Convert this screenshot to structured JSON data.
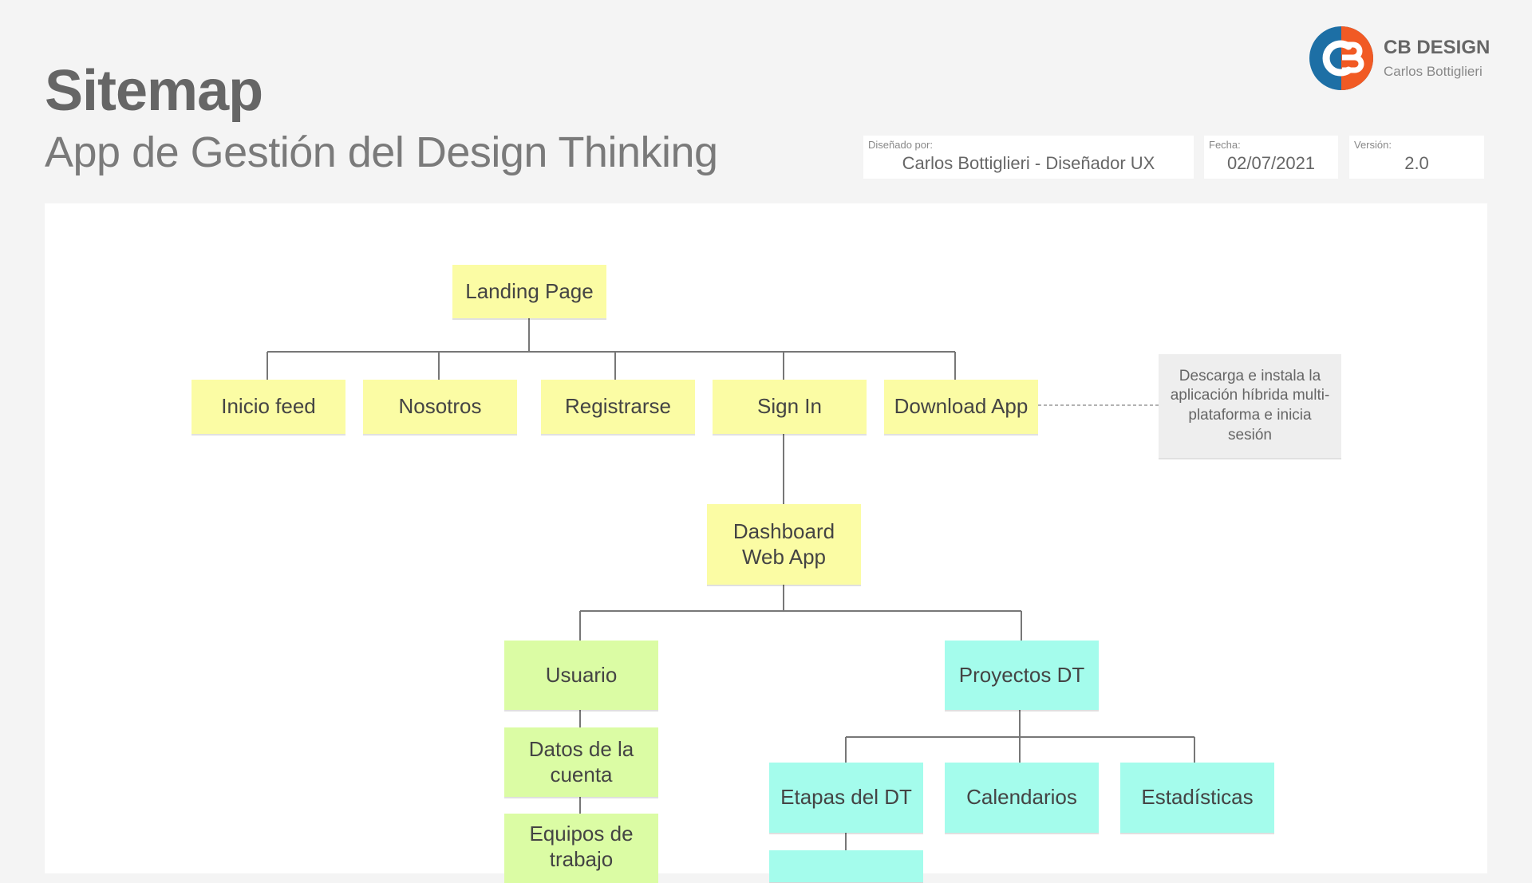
{
  "header": {
    "title": "Sitemap",
    "subtitle": "App de Gestión del Design Thinking"
  },
  "brand": {
    "name": "CB DESIGN",
    "author": "Carlos Bottiglieri",
    "colors": {
      "orange": "#f15a24",
      "blue": "#1d6fa5"
    }
  },
  "meta": {
    "designed_by_label": "Diseñado por:",
    "designed_by_value": "Carlos Bottiglieri - Diseñador UX",
    "date_label": "Fecha:",
    "date_value": "02/07/2021",
    "version_label": "Versión:",
    "version_value": "2.0"
  },
  "diagram": {
    "nodes": {
      "landing": "Landing Page",
      "inicio": "Inicio feed",
      "nosotros": "Nosotros",
      "registrarse": "Registrarse",
      "signin": "Sign In",
      "download": "Download App",
      "dashboard": "Dashboard\nWeb App",
      "usuario": "Usuario",
      "datos": "Datos de la\ncuenta",
      "equipos": "Equipos de\ntrabajo",
      "proyectos": "Proyectos DT",
      "etapas": "Etapas del DT",
      "calendarios": "Calendarios",
      "estadisticas": "Estadísticas"
    },
    "note": "Descarga e instala la aplicación híbrida multi-plataforma e inicia sesión",
    "colors": {
      "public": "#fbfca4",
      "user": "#dbfca4",
      "projects": "#a4fcec",
      "note": "#eeeeee",
      "connector": "#777777"
    }
  }
}
